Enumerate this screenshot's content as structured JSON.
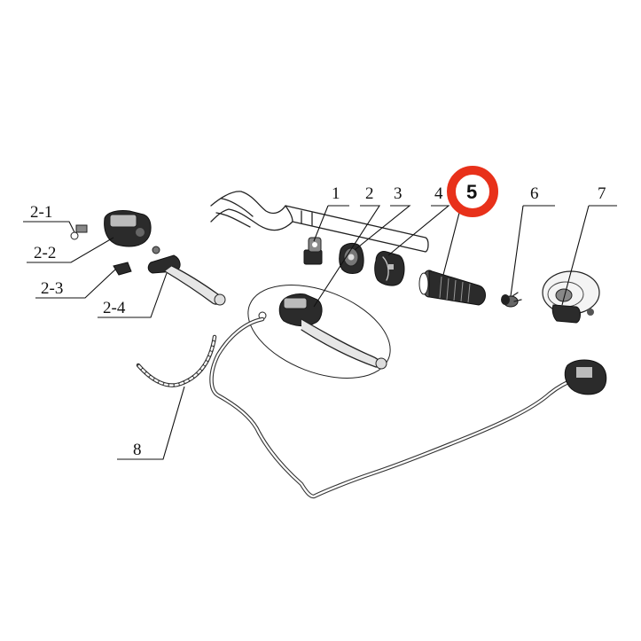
{
  "diagram": {
    "callouts": [
      {
        "id": "2-1",
        "label": "2-1"
      },
      {
        "id": "2-2",
        "label": "2-2"
      },
      {
        "id": "2-3",
        "label": "2-3"
      },
      {
        "id": "2-4",
        "label": "2-4"
      },
      {
        "id": "1",
        "label": "1"
      },
      {
        "id": "2",
        "label": "2"
      },
      {
        "id": "3",
        "label": "3"
      },
      {
        "id": "4",
        "label": "4"
      },
      {
        "id": "5",
        "label": "5",
        "highlighted": true
      },
      {
        "id": "6",
        "label": "6"
      },
      {
        "id": "7",
        "label": "7"
      },
      {
        "id": "8",
        "label": "8"
      }
    ],
    "highlight_color": "#e8311a"
  }
}
